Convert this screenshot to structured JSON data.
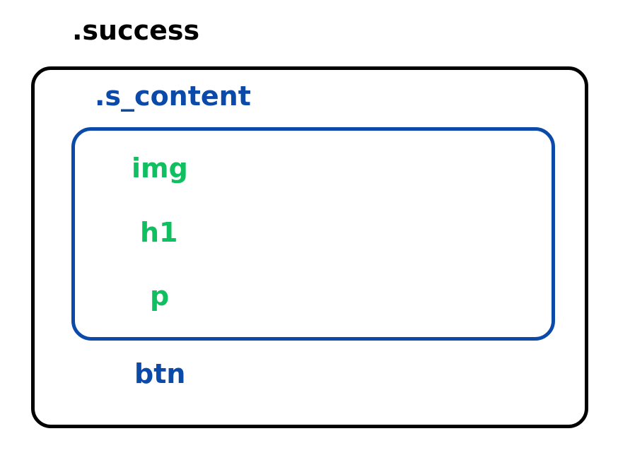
{
  "diagram": {
    "outer": {
      "label": ".success",
      "color": "#000000"
    },
    "inner": {
      "label": ".s_content",
      "color": "#0b4aa8",
      "children": [
        "img",
        "h1",
        "p"
      ],
      "children_color": "#10c060"
    },
    "after_inner": {
      "label": "btn",
      "color": "#0b4aa8"
    }
  }
}
